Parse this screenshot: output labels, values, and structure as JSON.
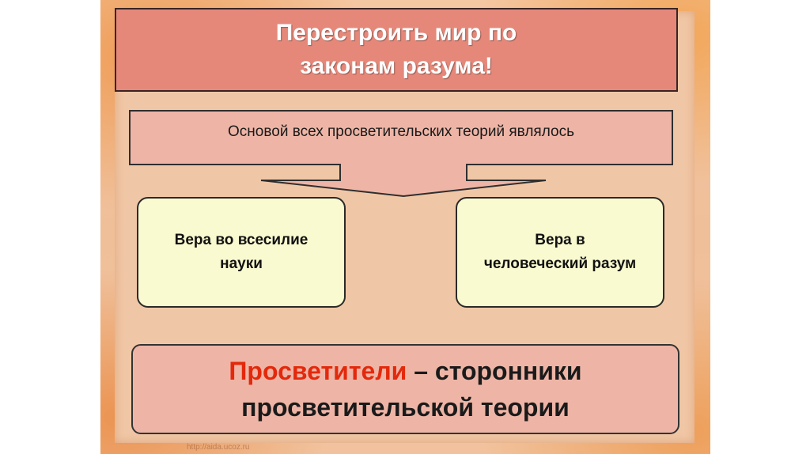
{
  "title": {
    "text": "Перестроить мир по законам разума!"
  },
  "callout": {
    "text": "Основой всех просветительских теорий являлось"
  },
  "beliefs": [
    {
      "text": "Вера во всесилие науки"
    },
    {
      "text": "Вера в человеческий разум"
    }
  ],
  "conclusion": {
    "highlight": "Просветители",
    "rest": " – сторонники просветительской теории"
  },
  "watermark": "http://aida.ucoz.ru",
  "colors": {
    "title_fill": "#e5887a",
    "callout_fill": "#eeb5a6",
    "belief_fill": "#fafad0",
    "highlight_text": "#e3290c"
  }
}
